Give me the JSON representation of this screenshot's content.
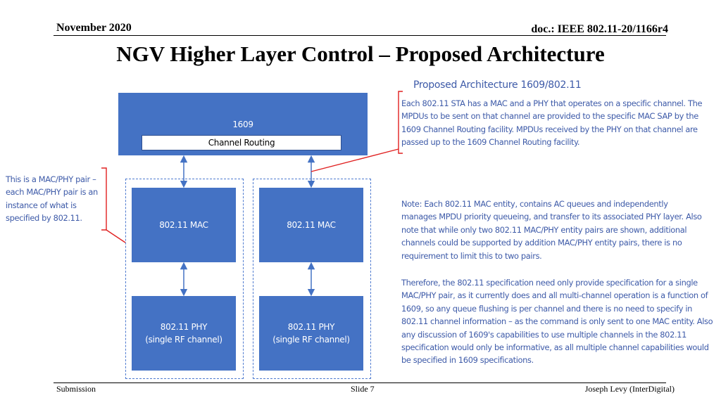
{
  "header": {
    "date": "November 2020",
    "doc": "doc.: IEEE 802.11-20/1166r4"
  },
  "title": "NGV Higher Layer Control – Proposed Architecture",
  "diagram": {
    "box_1609": "1609",
    "channel_routing": "Channel Routing",
    "mac_1": "802.11 MAC",
    "mac_2": "802.11 MAC",
    "phy_1_line1": "802.11 PHY",
    "phy_1_line2": "(single RF channel)",
    "phy_2_line1": "802.11 PHY",
    "phy_2_line2": "(single RF channel)"
  },
  "annotations": {
    "arch_heading": "Proposed Architecture 1609/802.11",
    "note_1": "Each 802.11 STA has a MAC and a PHY that operates on a specific channel. The MPDUs to be sent on that channel are provided to the specific MAC SAP by the 1609 Channel Routing facility.  MPDUs received by the PHY on that channel are passed up to the 1609 Channel Routing facility.",
    "side_note": "This is a MAC/PHY pair – each MAC/PHY pair is an instance of what is specified by 802.11.",
    "note_2": "Note: Each 802.11 MAC entity, contains AC queues and independently manages MPDU priority queueing, and transfer to its associated PHY layer. Also note that while only two 802.11 MAC/PHY entity pairs are shown, additional channels could be supported by addition MAC/PHY entity pairs, there is no requirement to limit this to two pairs.",
    "note_3": "Therefore, the 802.11 specification need only provide specification for a single MAC/PHY pair, as it currently does and all multi-channel operation is a function of 1609, so any queue flushing is per channel and there is no need to specify in 802.11 channel information – as the command is only sent to one MAC entity.  Also any discussion of 1609's capabilities to use multiple channels in the 802.11 specification would only be informative, as all multiple channel capabilities would be specified in 1609 specifications."
  },
  "footer": {
    "left": "Submission",
    "center": "Slide 7",
    "right": "Joseph Levy (InterDigital)"
  },
  "colors": {
    "box_fill": "#4472c4",
    "text_accent": "#3d5aa8",
    "callout": "#e02020"
  }
}
